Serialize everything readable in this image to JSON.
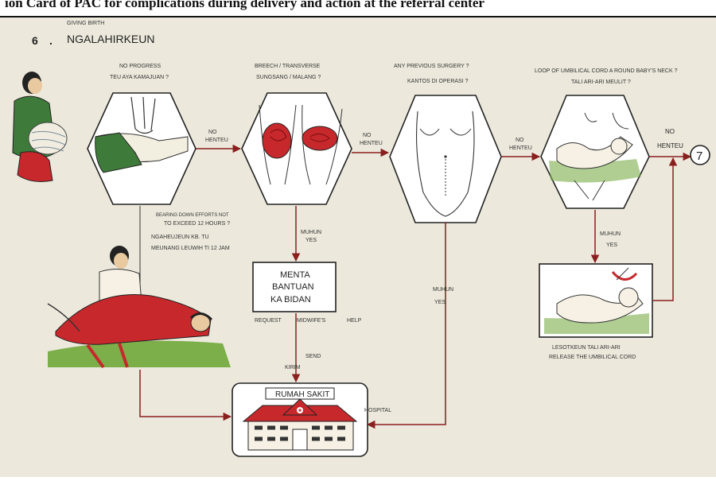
{
  "document_title": "ion Card of PAC for complications during delivery and action at the referral center",
  "card": {
    "step_number": "6",
    "step_dot": ".",
    "step_caption": "GIVING BIRTH",
    "step_title": "NGALAHIRKEUN"
  },
  "nodes": {
    "no_progress": {
      "label_en": "NO PROGRESS",
      "label_local": "TEU AYA KAMAJUAN ?"
    },
    "breech": {
      "label_en": "BREECH / TRANSVERSE",
      "label_local": "SUNGSANG / MALANG ?"
    },
    "previous_surgery": {
      "label_en": "ANY PREVIOUS SURGERY ?",
      "label_local": "KANTOS DI OPERASI ?"
    },
    "umbilical_loop": {
      "label_en": "LOOP OF UMBILICAL CORD A ROUND BABY'S NECK ?",
      "label_local": "TALI ARI-ARI MEULIT ?"
    },
    "bearing_down": {
      "en_line1": "BEARING DOWN EFFORTS NOT",
      "en_line2": "TO EXCEED 12 HOURS ?",
      "local_line1": "NGAHEUJEUN  KB. TU",
      "local_line2": "MEUNANG  LEUWIH TI 12  JAM"
    },
    "request_midwife": {
      "line1": "MENTA",
      "line2": "BANTUAN",
      "line3": "KA  BIDAN",
      "caption_request": "REQUEST",
      "caption_midwife": "MIDWIFE'S",
      "caption_help": "HELP"
    },
    "release_cord": {
      "label_local": "LESOTKEUN TALI ARI-ARI",
      "label_en": "RELEASE THE UMBILICAL CORD"
    },
    "hospital": {
      "label_local": "RUMAH SAKIT",
      "label_en": "HOSPITAL"
    },
    "next_step": {
      "label": "7"
    }
  },
  "edges": {
    "no_1": {
      "en": "NO",
      "local": "HENTEU"
    },
    "no_2": {
      "en": "NO",
      "local": "HENTEU"
    },
    "no_3": {
      "en": "NO",
      "local": "HENTEU"
    },
    "no_4": {
      "en": "NO",
      "local": "HENTEU"
    },
    "yes_breech": {
      "local": "MUHUN",
      "en": "YES"
    },
    "yes_surgery": {
      "local": "MUHUN",
      "en": "YES"
    },
    "yes_cord": {
      "local": "MUHUN",
      "en": "YES"
    },
    "send": {
      "en": "SEND",
      "local": "KIRIM"
    }
  },
  "colors": {
    "card_background": "#ece9dc",
    "line": "#2a2a2a",
    "arrow": "#8a1f1f",
    "fill_red": "#c7282c",
    "fill_green": "#3e7a3a",
    "grass_green": "#7cae4a"
  }
}
